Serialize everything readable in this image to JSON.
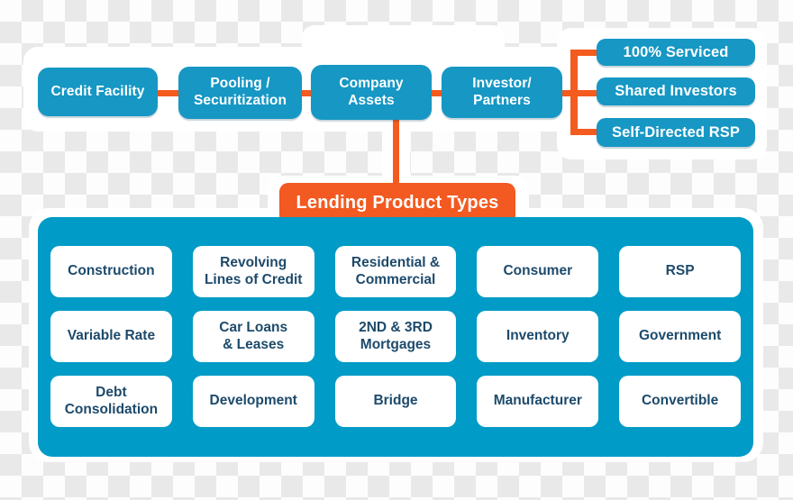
{
  "colors": {
    "node_blue": "#1697c4",
    "panel_blue": "#009bc6",
    "connector_orange": "#f45b1e",
    "hub_orange": "#f25a21",
    "product_text_navy": "#1d4a6b",
    "checker_gray": "#e9e9e9"
  },
  "flow": {
    "nodes": [
      "Credit Facility",
      "Pooling /\nSecuritization",
      "Company\nAssets",
      "Investor/\nPartners"
    ],
    "investor_types": [
      "100% Serviced",
      "Shared Investors",
      "Self-Directed RSP"
    ],
    "hub_label": "Lending Product Types",
    "products": [
      "Construction",
      "Revolving\nLines of Credit",
      "Residential &\nCommercial",
      "Consumer",
      "RSP",
      "Variable Rate",
      "Car Loans\n& Leases",
      "2ND & 3RD\nMortgages",
      "Inventory",
      "Government",
      "Debt\nConsolidation",
      "Development",
      "Bridge",
      "Manufacturer",
      "Convertible"
    ]
  }
}
